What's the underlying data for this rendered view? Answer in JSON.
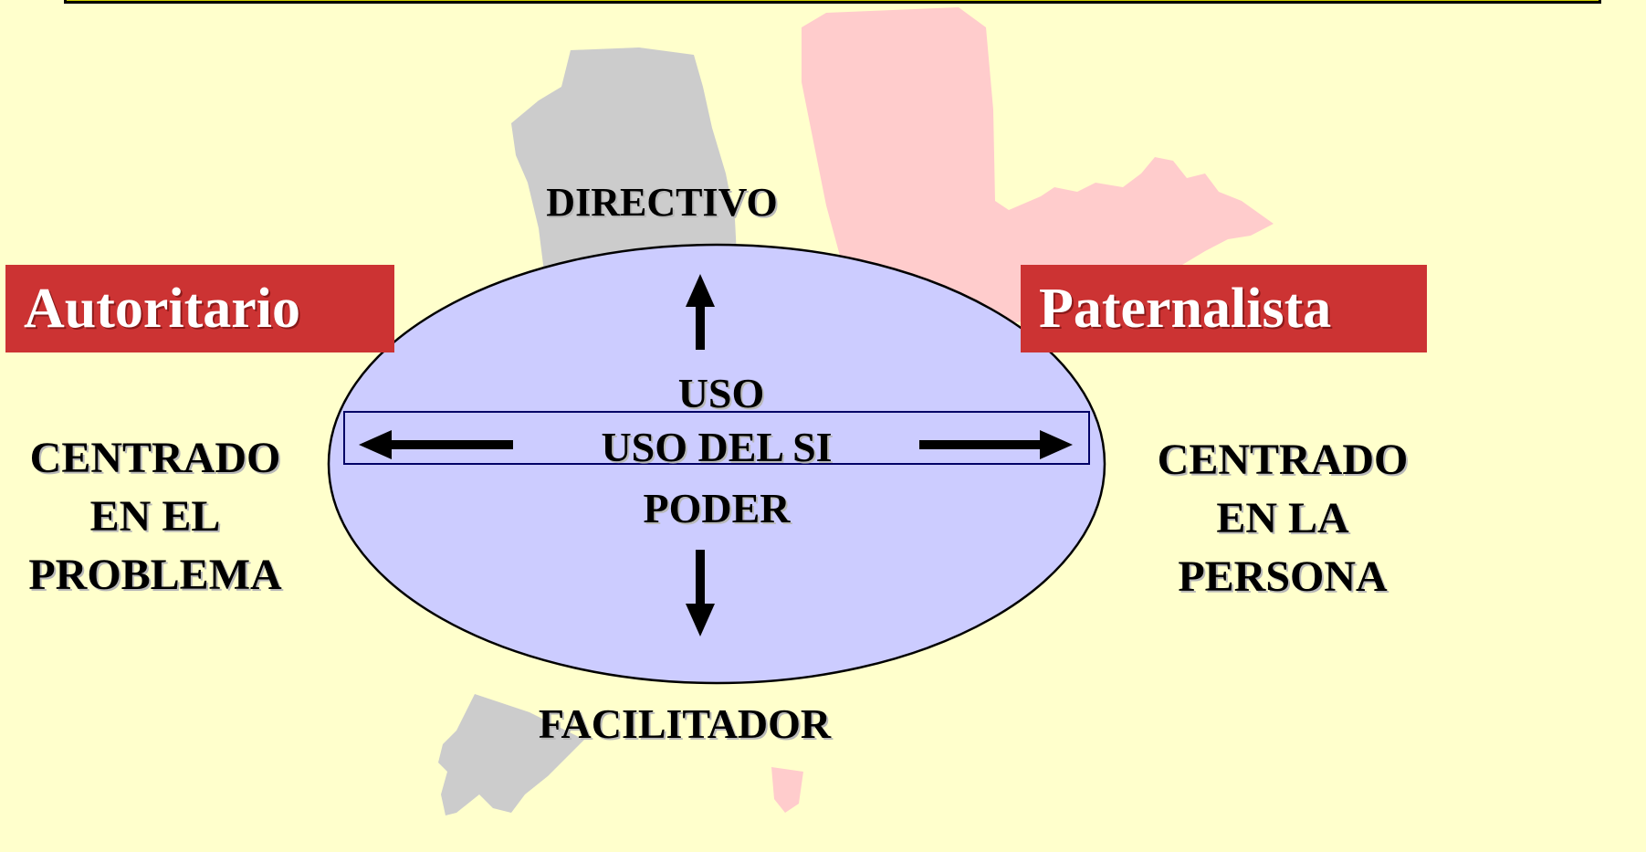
{
  "diagram": {
    "axis_top": "DIRECTIVO",
    "axis_bottom": "FACILITADOR",
    "center": {
      "line1": "USO",
      "line2": "USO DEL SI",
      "line3": "PODER"
    },
    "style_left": "Autoritario",
    "style_right": "Paternalista",
    "side_left": [
      "CENTRADO",
      "EN EL",
      "PROBLEMA"
    ],
    "side_right": [
      "CENTRADO",
      "EN LA",
      "PERSONA"
    ]
  },
  "colors": {
    "background": "#FFFFCC",
    "ellipse_fill": "#CCCCFF",
    "label_box": "#CC3333",
    "shape_gray": "#CCCCCC",
    "shape_pink": "#FFCCCC",
    "title_bar": "#CCCC00"
  }
}
